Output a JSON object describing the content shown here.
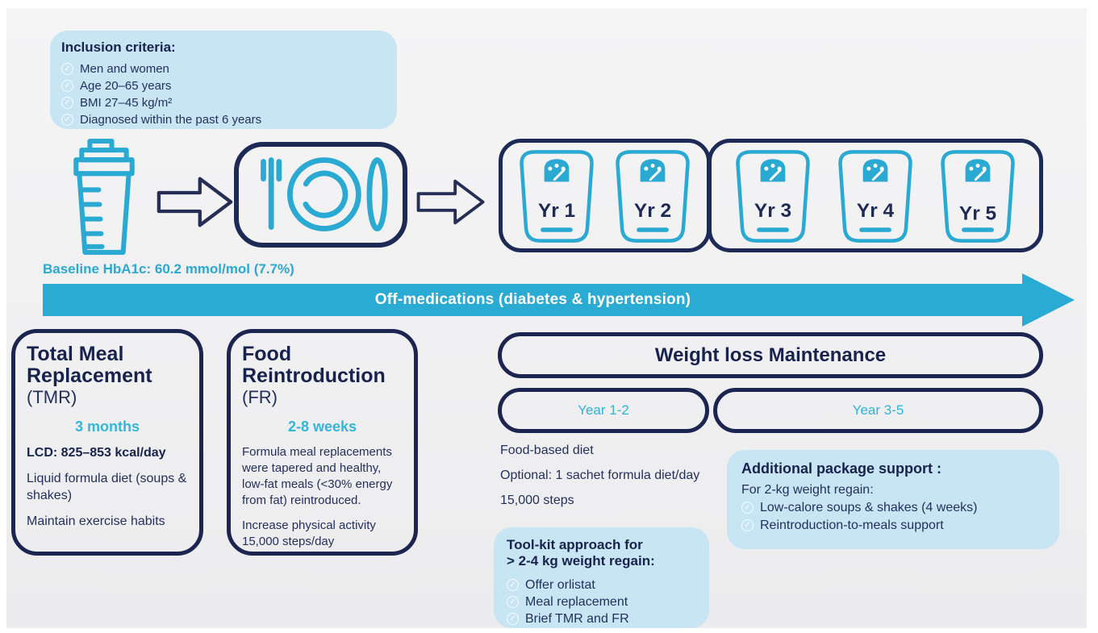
{
  "colors": {
    "navy": "#1e2a56",
    "cyan": "#29a9d2",
    "cyan_bright": "#33b6dc",
    "light_blue": "#c8e5f4",
    "background": "#f0f1f2"
  },
  "icons": {
    "check": "✓"
  },
  "inclusion": {
    "title": "Inclusion criteria:",
    "items": [
      "Men and women",
      "Age 20–65 years",
      "BMI 27–45 kg/m²",
      "Diagnosed within the past 6 years"
    ]
  },
  "timeline": {
    "baseline_label": "Baseline HbA1c: 60.2 mmol/mol (7.7%)",
    "arrow_label": "Off-medications (diabetes & hypertension)",
    "years_group1": [
      "Yr 1",
      "Yr 2"
    ],
    "years_group2": [
      "Yr 3",
      "Yr 4",
      "Yr 5"
    ]
  },
  "tmr": {
    "title": "Total Meal Replacement",
    "abbr": "(TMR)",
    "duration": "3 months",
    "line1": "LCD: 825–853 kcal/day",
    "line2": "Liquid formula diet (soups & shakes)",
    "line3": "Maintain exercise habits"
  },
  "fr": {
    "title": "Food Reintroduction",
    "abbr": "(FR)",
    "duration": "2-8 weeks",
    "para1": "Formula meal replacements were tapered and healthy, low-fat meals (<30% energy from fat) reintroduced.",
    "para2": "Increase physical activity 15,000 steps/day"
  },
  "maintenance": {
    "title": "Weight loss Maintenance",
    "period1": "Year 1-2",
    "period2": "Year 3-5",
    "diet_lines": [
      "Food-based diet",
      "Optional: 1 sachet formula diet/day",
      "15,000 steps"
    ]
  },
  "support": {
    "title": "Additional package support :",
    "subtitle": "For 2-kg weight regain:",
    "items": [
      "Low-calore soups & shakes (4 weeks)",
      "Reintroduction-to-meals support"
    ]
  },
  "toolkit": {
    "title_line1": "Tool-kit approach for",
    "title_line2": "> 2-4 kg weight regain:",
    "items": [
      "Offer orlistat",
      "Meal replacement",
      "Brief TMR and FR"
    ]
  }
}
